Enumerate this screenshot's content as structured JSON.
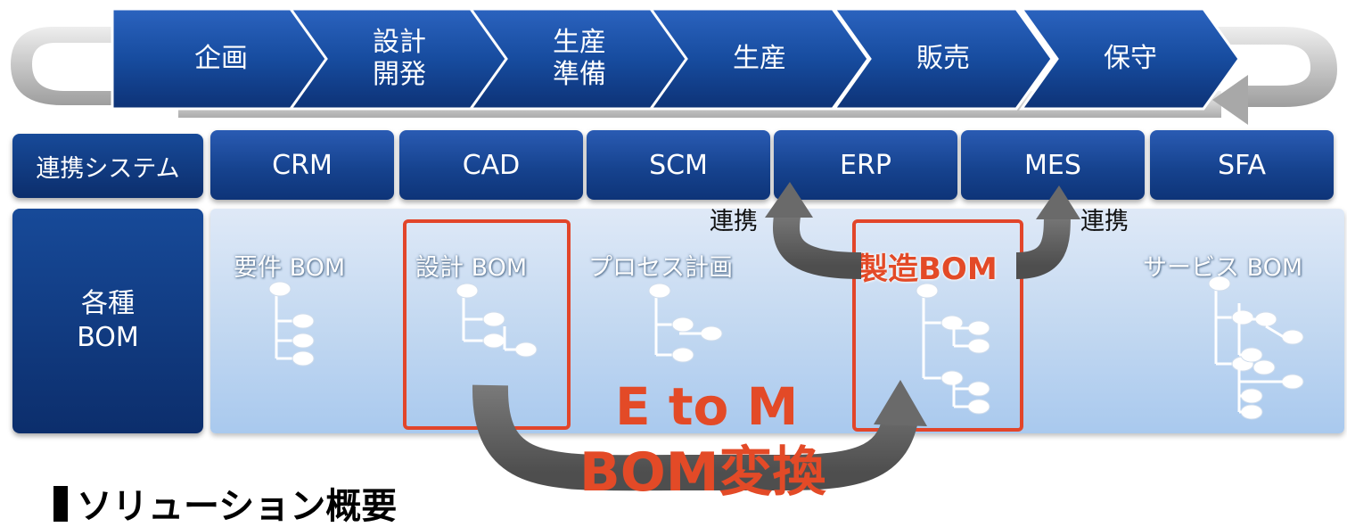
{
  "process": {
    "stages": [
      {
        "label": "企画"
      },
      {
        "label": "設計\n開発"
      },
      {
        "label": "生産\n準備"
      },
      {
        "label": "生産"
      },
      {
        "label": "販売"
      },
      {
        "label": "保守"
      }
    ]
  },
  "systems": {
    "row_label": "連携システム",
    "items": [
      "CRM",
      "CAD",
      "SCM",
      "ERP",
      "MES",
      "SFA"
    ]
  },
  "boms": {
    "row_label": "各種\nBOM",
    "items": [
      "要件 BOM",
      "設計 BOM",
      "プロセス計画",
      "製造BOM",
      "サービス BOM"
    ]
  },
  "links": {
    "left": "連携",
    "right": "連携"
  },
  "conversion": {
    "line1": "E to M",
    "line2": "BOM変換"
  },
  "section": {
    "title": "ソリューション概要"
  },
  "colors": {
    "chevron_blue": "#1a4fa0",
    "accent_red": "#e34a27",
    "arrow_gray": "#5f5f5f",
    "panel_light": "#c4d9f1"
  }
}
